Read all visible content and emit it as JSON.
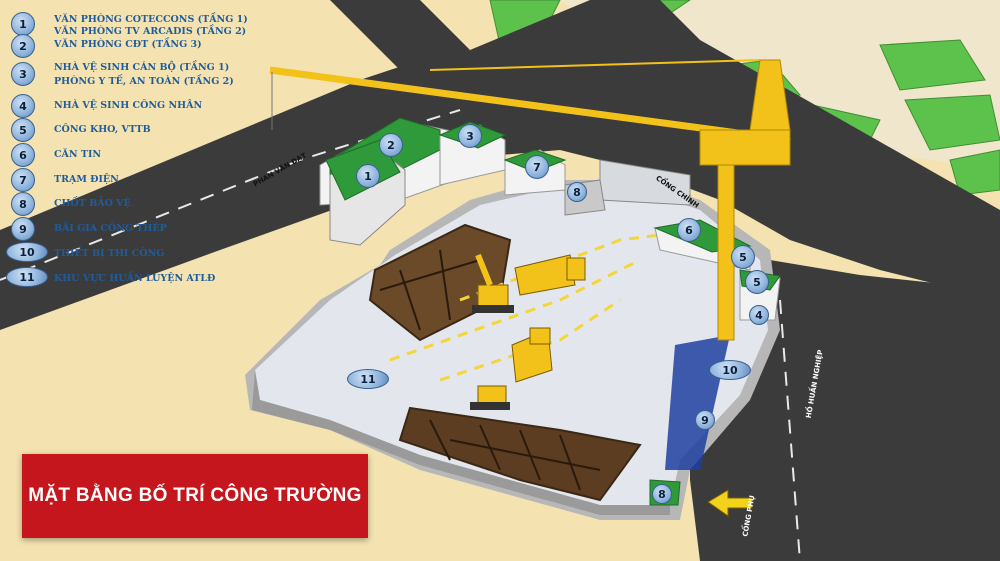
{
  "title": "MẶT BẰNG BỐ TRÍ CÔNG TRƯỜNG",
  "legend": [
    {
      "num": "1",
      "text": "VĂN PHÒNG COTECCONS (TẦNG 1)"
    },
    {
      "num": "",
      "text": "VĂN PHÒNG TV ARCADIS (TẦNG 2)"
    },
    {
      "num": "2",
      "text": "VĂN PHÒNG CĐT (TẦNG 3)"
    },
    {
      "num": "3",
      "text": "NHÀ VỆ SINH CÁN BỘ (TẦNG 1)"
    },
    {
      "num": "",
      "text": "PHÒNG Y TẾ, AN TOÀN (TẦNG 2)"
    },
    {
      "num": "4",
      "text": "NHÀ VỆ SINH CÔNG NHÂN"
    },
    {
      "num": "5",
      "text": "CÔNG KHO, VTTB"
    },
    {
      "num": "6",
      "text": "CĂN TIN"
    },
    {
      "num": "7",
      "text": "TRẠM ĐIỆN"
    },
    {
      "num": "8",
      "text": "CHỐT BẢO VỆ"
    },
    {
      "num": "9",
      "text": "BÃI GIA CÔNG THÉP"
    },
    {
      "num": "10",
      "text": "THIẾT BỊ THI CÔNG"
    },
    {
      "num": "11",
      "text": "KHU VỰC HUẤN LUYỆN ATLĐ"
    }
  ],
  "map_markers": [
    "1",
    "2",
    "3",
    "7",
    "8",
    "6",
    "5",
    "5",
    "4",
    "10",
    "9",
    "8",
    "11"
  ],
  "street_labels": {
    "street_1": "PHAN VĂN ĐẠT",
    "street_2": "HỒ HUẤN NGHIỆP",
    "gate_main": "CỔNG CHÍNH",
    "gate_side": "CỔNG PHỤ"
  },
  "colors": {
    "title_bg": "#c4161c",
    "title_text": "#ffffff",
    "legend_text": "#1f5c9c",
    "crane": "#f2c21a",
    "roof": "#2f9a3a",
    "road": "#3a3a3a",
    "ground": "#f4e3b0",
    "grass": "#56c44a"
  },
  "icons": [
    "tower-crane-icon",
    "excavator-icon",
    "dump-truck-icon",
    "bulldozer-icon",
    "arrow-icon"
  ]
}
